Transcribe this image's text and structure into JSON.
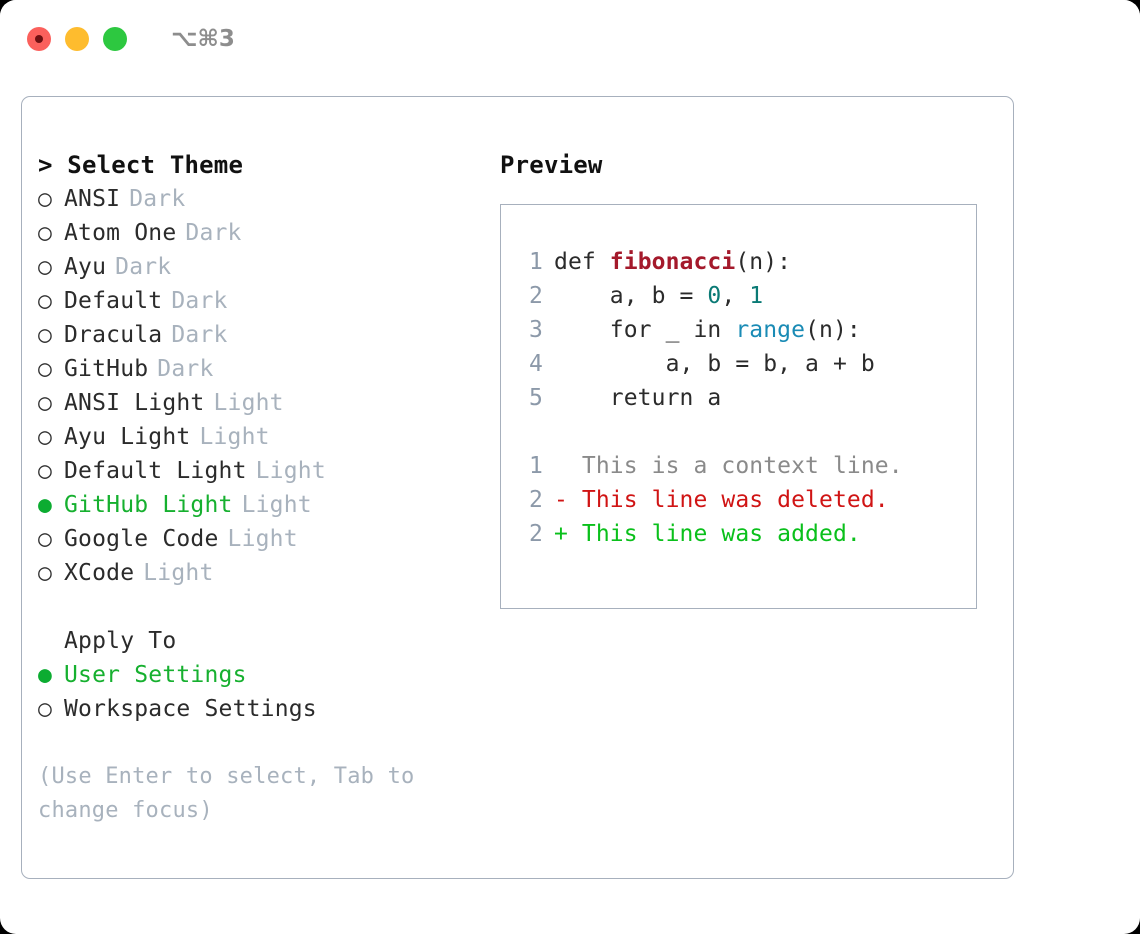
{
  "titlebar": {
    "shortcut": "⌥⌘3",
    "buttons": [
      {
        "name": "close",
        "color": "#fb605c"
      },
      {
        "name": "minimize",
        "color": "#febc2e"
      },
      {
        "name": "maximize",
        "color": "#2dc840"
      }
    ]
  },
  "theme_list": {
    "header": "> Select Theme",
    "items": [
      {
        "bullet": "○",
        "name": "ANSI",
        "kind": "Dark",
        "selected": false
      },
      {
        "bullet": "○",
        "name": "Atom One",
        "kind": "Dark",
        "selected": false
      },
      {
        "bullet": "○",
        "name": "Ayu",
        "kind": "Dark",
        "selected": false
      },
      {
        "bullet": "○",
        "name": "Default",
        "kind": "Dark",
        "selected": false
      },
      {
        "bullet": "○",
        "name": "Dracula",
        "kind": "Dark",
        "selected": false
      },
      {
        "bullet": "○",
        "name": "GitHub",
        "kind": "Dark",
        "selected": false
      },
      {
        "bullet": "○",
        "name": "ANSI Light",
        "kind": "Light",
        "selected": false
      },
      {
        "bullet": "○",
        "name": "Ayu Light",
        "kind": "Light",
        "selected": false
      },
      {
        "bullet": "○",
        "name": "Default Light",
        "kind": "Light",
        "selected": false
      },
      {
        "bullet": "●",
        "name": "GitHub Light",
        "kind": "Light",
        "selected": true
      },
      {
        "bullet": "○",
        "name": "Google Code",
        "kind": "Light",
        "selected": false
      },
      {
        "bullet": "○",
        "name": "XCode",
        "kind": "Light",
        "selected": false
      }
    ]
  },
  "apply_to": {
    "header": "Apply To",
    "items": [
      {
        "bullet": "●",
        "name": "User Settings",
        "selected": true
      },
      {
        "bullet": "○",
        "name": "Workspace Settings",
        "selected": false
      }
    ]
  },
  "hint": "(Use Enter to select, Tab to change focus)",
  "preview": {
    "header": "Preview",
    "code_lines": [
      {
        "lineno": "1",
        "tokens": [
          {
            "t": "def ",
            "c": "kw"
          },
          {
            "t": "fibonacci",
            "c": "fn"
          },
          {
            "t": "(n):",
            "c": "plain"
          }
        ]
      },
      {
        "lineno": "2",
        "tokens": [
          {
            "t": "    a, b = ",
            "c": "plain"
          },
          {
            "t": "0",
            "c": "num"
          },
          {
            "t": ", ",
            "c": "plain"
          },
          {
            "t": "1",
            "c": "num"
          }
        ]
      },
      {
        "lineno": "3",
        "tokens": [
          {
            "t": "    for _ in ",
            "c": "kw"
          },
          {
            "t": "range",
            "c": "call"
          },
          {
            "t": "(n):",
            "c": "plain"
          }
        ]
      },
      {
        "lineno": "4",
        "tokens": [
          {
            "t": "        a, b = b, a + b",
            "c": "plain"
          }
        ]
      },
      {
        "lineno": "5",
        "tokens": [
          {
            "t": "    return a",
            "c": "kw"
          }
        ]
      }
    ],
    "diff_lines": [
      {
        "lineno": "1",
        "marker": " ",
        "text": " This is a context line.",
        "kind": "ctx"
      },
      {
        "lineno": "2",
        "marker": "-",
        "text": " This line was deleted.",
        "kind": "del"
      },
      {
        "lineno": "2",
        "marker": "+",
        "text": " This line was added.",
        "kind": "add"
      }
    ]
  },
  "colors": {
    "accent_green": "#16b02f",
    "muted": "#a8b2bd",
    "border": "#a7b0bd",
    "diff_add": "#0ac01b",
    "diff_del": "#d01414",
    "token_function": "#a4192b",
    "token_number": "#0a7a75",
    "token_call": "#1a8bb5"
  }
}
